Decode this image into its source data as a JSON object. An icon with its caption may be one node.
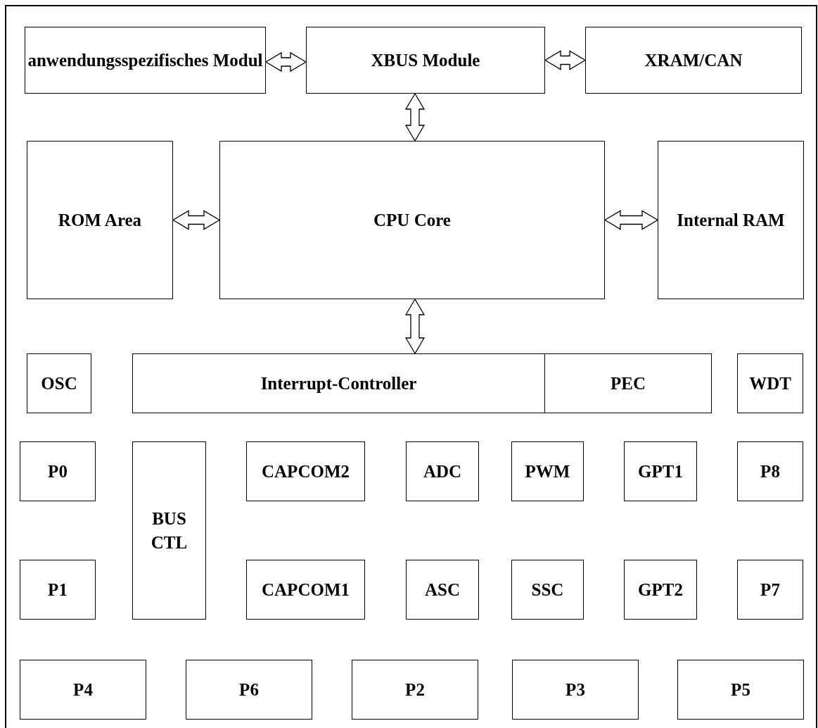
{
  "diagram": {
    "nodes": [
      {
        "text": [
          "anwendungsspezifisches Modul"
        ]
      },
      {
        "text": [
          "XBUS Module"
        ]
      },
      {
        "text": [
          "XRAM/CAN"
        ]
      },
      {
        "text": [
          "ROM Area"
        ]
      },
      {
        "text": [
          "CPU Core"
        ]
      },
      {
        "text": [
          "Internal RAM"
        ]
      },
      {
        "text": [
          "OSC"
        ]
      },
      {
        "text": [
          "Interrupt-Controller"
        ]
      },
      {
        "text": [
          "PEC"
        ]
      },
      {
        "text": [
          "WDT"
        ]
      },
      {
        "text": [
          "P0"
        ]
      },
      {
        "text": [
          "BUS CTL"
        ]
      },
      {
        "text": [
          "CAPCOM2"
        ]
      },
      {
        "text": [
          "ADC"
        ]
      },
      {
        "text": [
          "PWM"
        ]
      },
      {
        "text": [
          "GPT1"
        ]
      },
      {
        "text": [
          "P8"
        ]
      },
      {
        "text": [
          "P1"
        ]
      },
      {
        "text": [
          "CAPCOM1"
        ]
      },
      {
        "text": [
          "ASC"
        ]
      },
      {
        "text": [
          "SSC"
        ]
      },
      {
        "text": [
          "GPT2"
        ]
      },
      {
        "text": [
          "P7"
        ]
      },
      {
        "text": [
          "P4"
        ]
      },
      {
        "text": [
          "P6"
        ]
      },
      {
        "text": [
          "P2"
        ]
      },
      {
        "text": [
          "P3"
        ]
      },
      {
        "text": [
          "P5"
        ]
      }
    ],
    "edges": [
      {
        "from": 0,
        "to": 1,
        "arrow": "both"
      },
      {
        "from": 1,
        "to": 2,
        "arrow": "both"
      },
      {
        "from": 1,
        "to": 4,
        "arrow": "both"
      },
      {
        "from": 3,
        "to": 4,
        "arrow": "both"
      },
      {
        "from": 4,
        "to": 5,
        "arrow": "both"
      },
      {
        "from": 4,
        "to": 7,
        "arrow": "both"
      }
    ]
  }
}
